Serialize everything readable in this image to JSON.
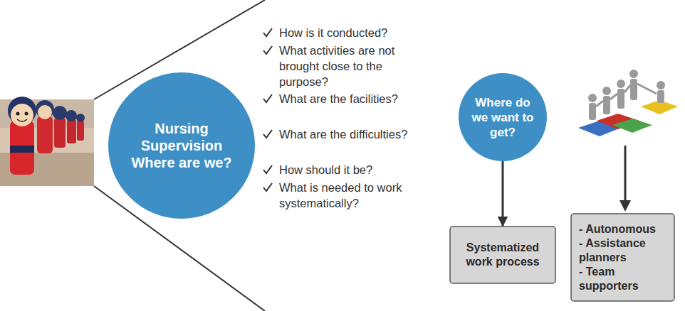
{
  "diagram": {
    "nodes": [
      {
        "text": [
          "Nursing Supervision Where are we?"
        ]
      },
      {
        "text": [
          "Where do we want to get?"
        ]
      },
      {
        "text": [
          "Systematized work process"
        ]
      },
      {
        "text": [
          "- Autonomous",
          "- Assistance planners",
          "- Team supporters"
        ]
      }
    ],
    "edges": [
      {
        "from": 1,
        "to": 2,
        "arrow": "to"
      }
    ],
    "labels": [
      "How is it conducted?",
      "What activities are not brought close to the purpose?",
      "What are the facilities?",
      "What are the difficulties?",
      "How should it be?",
      "What is needed to work systematically?"
    ]
  }
}
